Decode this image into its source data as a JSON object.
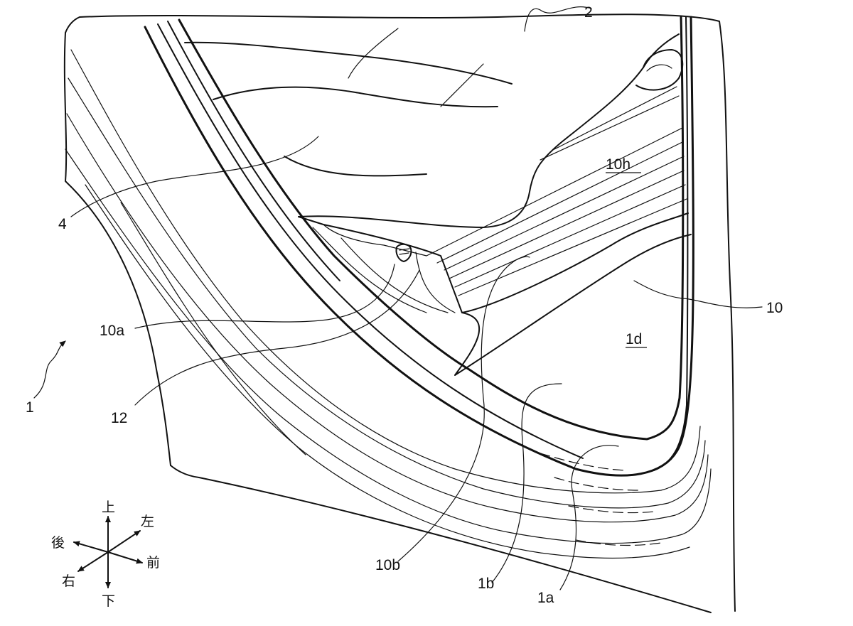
{
  "references": {
    "r1": "1",
    "r1a": "1a",
    "r1b": "1b",
    "r1d": "1d",
    "r2": "2",
    "r4": "4",
    "r10": "10",
    "r10a": "10a",
    "r10b": "10b",
    "r10h": "10h",
    "r12": "12"
  },
  "directions": {
    "up": "上",
    "down": "下",
    "left": "左",
    "right": "右",
    "front": "前",
    "rear": "後"
  }
}
